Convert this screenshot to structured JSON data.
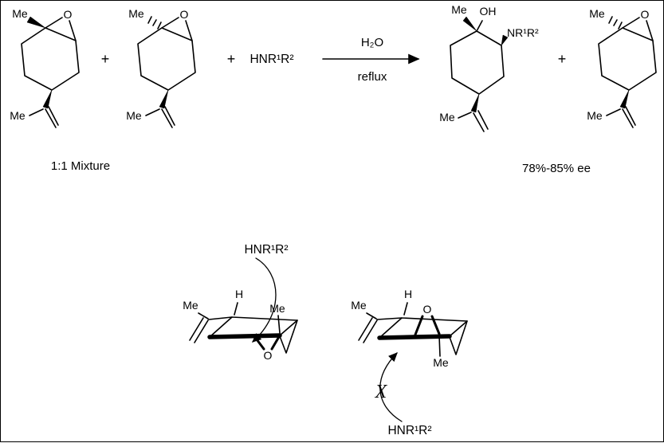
{
  "scheme": {
    "plus": "+",
    "amine_reagent": "HNR¹R²",
    "condition_above_arrow": "H₂O",
    "condition_below_arrow": "reflux",
    "reactants_caption": "1:1 Mixture",
    "products_caption": "78%-85% ee"
  },
  "atom_labels": {
    "methyl": "Me",
    "oxygen": "O",
    "hydroxyl": "OH",
    "amino_group": "NR¹R²",
    "hydrogen": "H"
  },
  "mechanism": {
    "amine_attacking": "HNR¹R²",
    "amine_blocked": "HNR¹R²",
    "blocked_cross": "X"
  },
  "colors": {
    "ink": "#000000",
    "background": "#ffffff"
  }
}
